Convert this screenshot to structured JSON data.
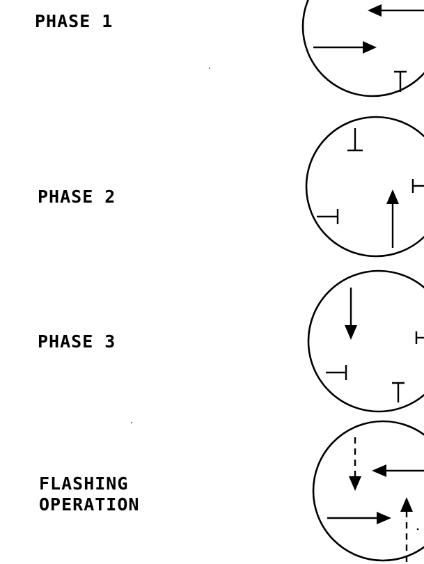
{
  "phases": [
    {
      "id": "phase-1",
      "label_lines": [
        "PHASE 1"
      ]
    },
    {
      "id": "phase-2",
      "label_lines": [
        "PHASE 2"
      ]
    },
    {
      "id": "phase-3",
      "label_lines": [
        "PHASE 3"
      ]
    },
    {
      "id": "flashing",
      "label_lines": [
        "FLASHING",
        "OPERATION"
      ]
    }
  ]
}
